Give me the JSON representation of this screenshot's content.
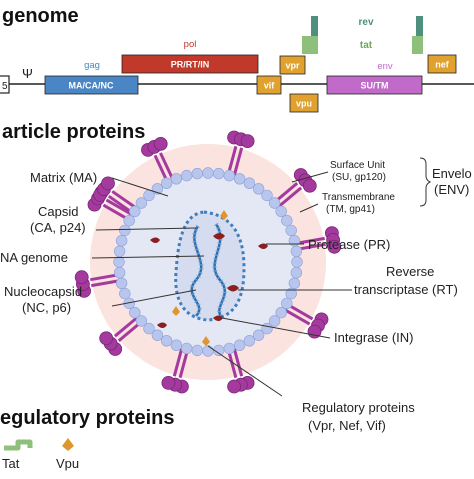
{
  "genome": {
    "title": "genome",
    "psi": "Ψ",
    "ltr_label": "5",
    "genes": {
      "gag_top": "gag",
      "gag_box": "MA/CA/NC",
      "pol_top": "pol",
      "pol_box": "PR/RT/IN",
      "vif": "vif",
      "vpr": "vpr",
      "vpu": "vpu",
      "rev": "rev",
      "tat": "tat",
      "env_top": "env",
      "env_box": "SU/TM",
      "nef": "nef"
    }
  },
  "particle": {
    "title": "article proteins",
    "labels": {
      "matrix": "Matrix (MA)",
      "capsid_1": "Capsid",
      "capsid_2": "(CA, p24)",
      "rna": "NA genome",
      "nucleo_1": "Nucleocapsid",
      "nucleo_2": "(NC, p6)",
      "su_1": "Surface Unit",
      "su_2": "(SU, gp120)",
      "tm_1": "Transmembrane",
      "tm_2": "(TM, gp41)",
      "envelope_1": "Envelo",
      "envelope_2": "(ENV)",
      "protease": "Protease (PR)",
      "rt_1": "Reverse",
      "rt_2": "transcriptase (RT)",
      "integrase": "Integrase (IN)",
      "reg_1": "Regulatory proteins",
      "reg_2": "(Vpr, Nef, Vif)"
    }
  },
  "regulatory": {
    "title": "egulatory proteins",
    "tat": "Tat",
    "vpu": "Vpu"
  },
  "colors": {
    "gag": "#4a86c5",
    "pol": "#c0392b",
    "accessory": "#e0a12e",
    "env": "#c26ac9",
    "rev": "#4f8f7e",
    "tat": "#8ec07c",
    "glycoprotein": "#a53a9e",
    "membrane": "#b8c6ee",
    "halo": "#fbe3df"
  }
}
